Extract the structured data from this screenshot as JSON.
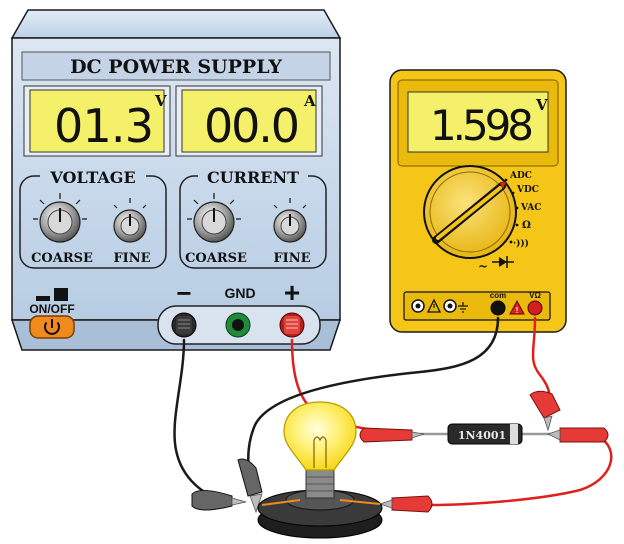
{
  "power_supply": {
    "title": "DC POWER SUPPLY",
    "voltage_display": {
      "value": "01.3",
      "unit": "V"
    },
    "current_display": {
      "value": "00.0",
      "unit": "A"
    },
    "voltage_group_label": "VOLTAGE",
    "current_group_label": "CURRENT",
    "knob_labels": {
      "coarse": "COARSE",
      "fine": "FINE"
    },
    "power_label": "ON/OFF",
    "terminals": {
      "negative": "−",
      "ground": "GND",
      "positive": "+"
    },
    "colors": {
      "panel": "#c9d9ec",
      "lcd": "#f4f06a",
      "power_button": "#f08a1c"
    }
  },
  "multimeter": {
    "display": {
      "value": "1.598",
      "unit": "V"
    },
    "dial_labels": {
      "adc": "ADC",
      "vdc": "VDC",
      "vac": "VAC",
      "ohm": "Ω",
      "continuity": "·)))"
    },
    "jack_labels": {
      "com": "com",
      "vohm": "VΩ"
    },
    "colors": {
      "body": "#f5c518",
      "lcd": "#f4f06a"
    }
  },
  "diode": {
    "part_number": "1N4001"
  },
  "wire_colors": {
    "black": "#1a1a1a",
    "red": "#e0201c",
    "clip_red": "#e63a36",
    "clip_black": "#555555"
  }
}
